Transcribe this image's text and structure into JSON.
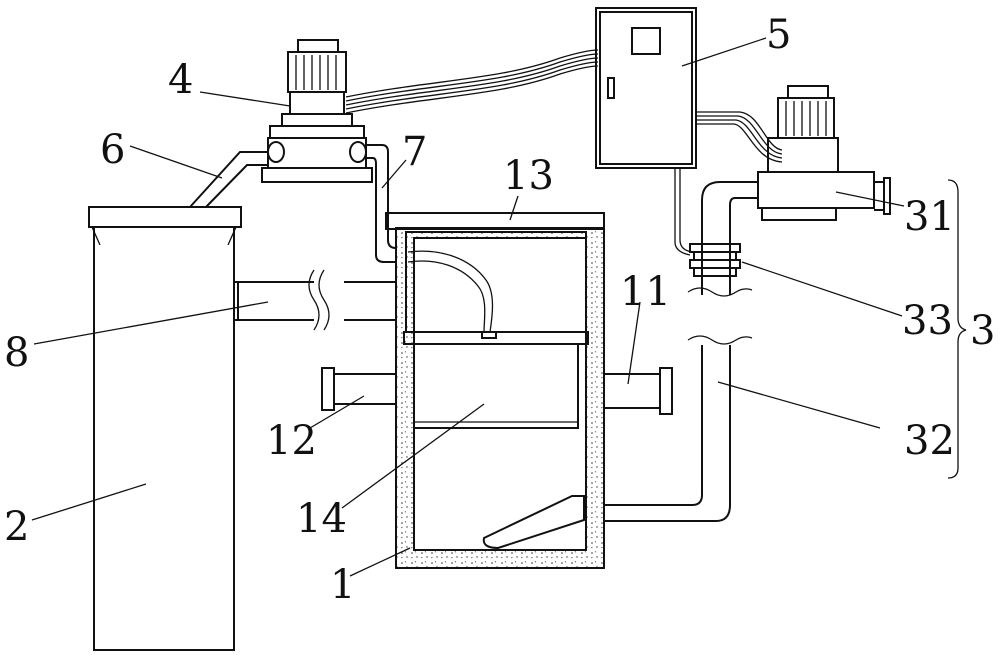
{
  "labels": {
    "tank": "1",
    "column": "2",
    "pump_assembly": "3",
    "motor_pump": "4",
    "control_box": "5",
    "pipe_6": "6",
    "pipe_7": "7",
    "pipe_8": "8",
    "outlet_11": "11",
    "inlet_12": "12",
    "cover_13": "13",
    "basket_14": "14",
    "pump_31": "31",
    "pipe_32": "32",
    "coupling_33": "33"
  }
}
